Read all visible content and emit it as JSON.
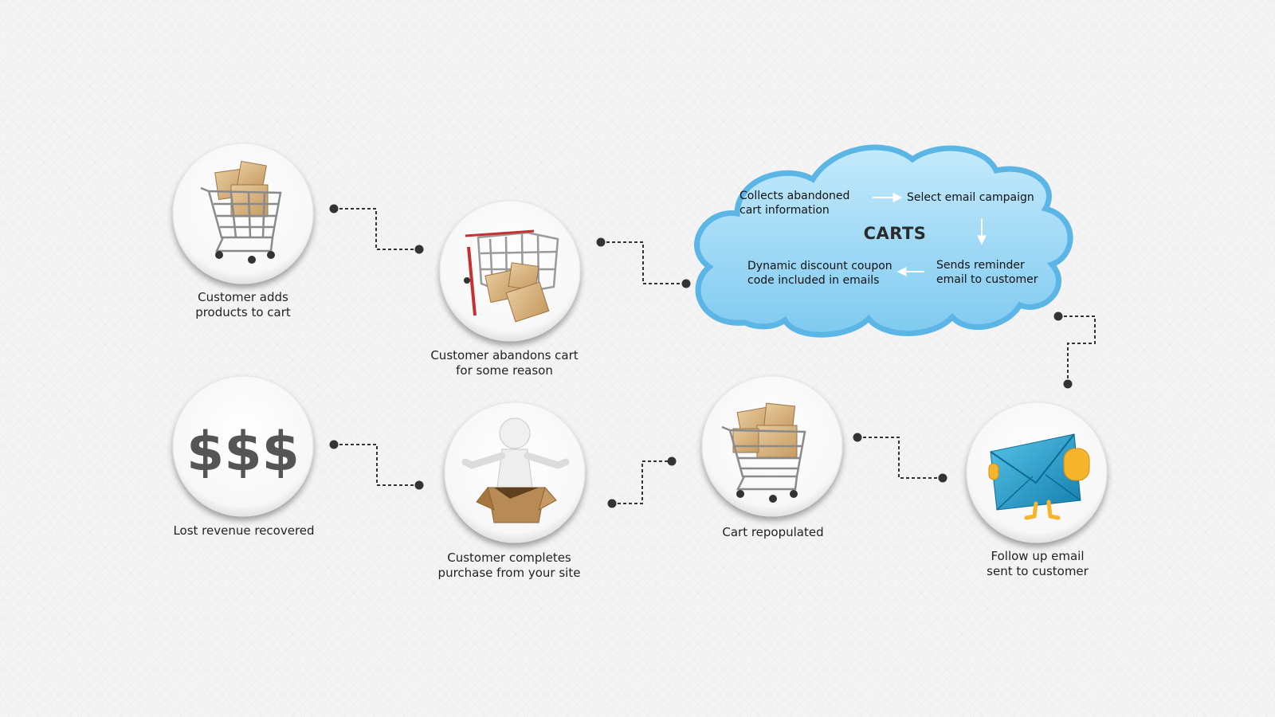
{
  "steps": {
    "add_to_cart": "Customer adds\nproducts to cart",
    "abandons": "Customer abandons cart\nfor some reason",
    "followup_email": "Follow up email\nsent to customer",
    "repopulated": "Cart repopulated",
    "completes": "Customer completes\npurchase from your site",
    "revenue": "Lost revenue recovered"
  },
  "cloud": {
    "title": "CARTS",
    "collects": "Collects abandoned\ncart information",
    "select": "Select email campaign",
    "sends": "Sends reminder\nemail to customer",
    "coupon": "Dynamic discount coupon\ncode included in emails"
  },
  "icons": {
    "revenue_symbol": "$$$"
  },
  "colors": {
    "cloud_fill": "#9fd8f3",
    "cloud_border": "#5bb5e5",
    "connector": "#333333",
    "envelope": "#1f9cc9"
  }
}
